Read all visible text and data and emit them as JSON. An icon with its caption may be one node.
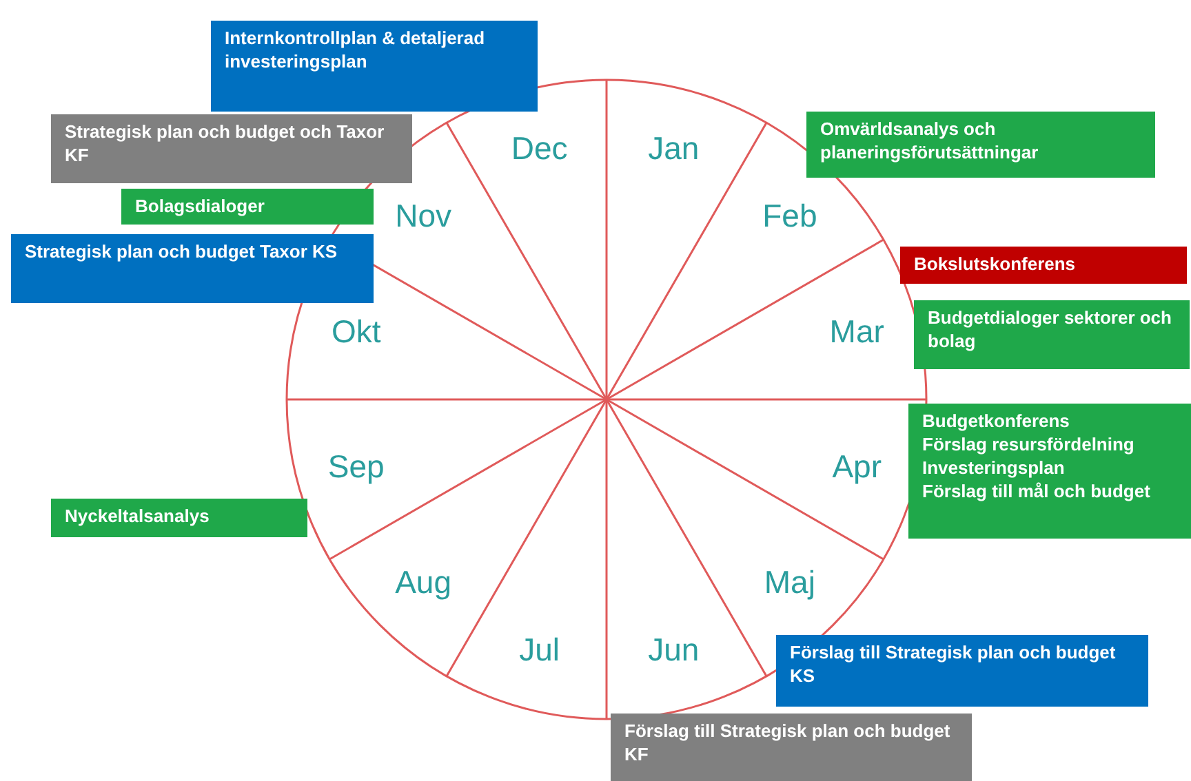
{
  "diagram": {
    "nodes": [
      {
        "text": [
          "Internkontrollplan & detaljerad investeringsplan"
        ]
      },
      {
        "text": [
          "Strategisk plan och budget och Taxor KF"
        ]
      },
      {
        "text": [
          "Bolagsdialoger"
        ]
      },
      {
        "text": [
          "Strategisk plan och budget Taxor KS"
        ]
      },
      {
        "text": [
          "Nyckeltalsanalys"
        ]
      },
      {
        "text": [
          "Omvärldsanalys och planeringsförutsättningar"
        ]
      },
      {
        "text": [
          "Bokslutskonferens"
        ]
      },
      {
        "text": [
          "Budgetdialoger sektorer och bolag"
        ]
      },
      {
        "text": [
          "Budgetkonferens",
          "Förslag resursfördelning",
          "Investeringsplan",
          "Förslag till mål och budget"
        ]
      },
      {
        "text": [
          "Förslag till Strategisk plan och budget KS"
        ]
      },
      {
        "text": [
          "Förslag till Strategisk plan och budget KF"
        ]
      }
    ],
    "edges": [],
    "labels": [
      "Jan",
      "Feb",
      "Mar",
      "Apr",
      "Maj",
      "Jun",
      "Jul",
      "Aug",
      "Sep",
      "Okt",
      "Nov",
      "Dec"
    ]
  }
}
